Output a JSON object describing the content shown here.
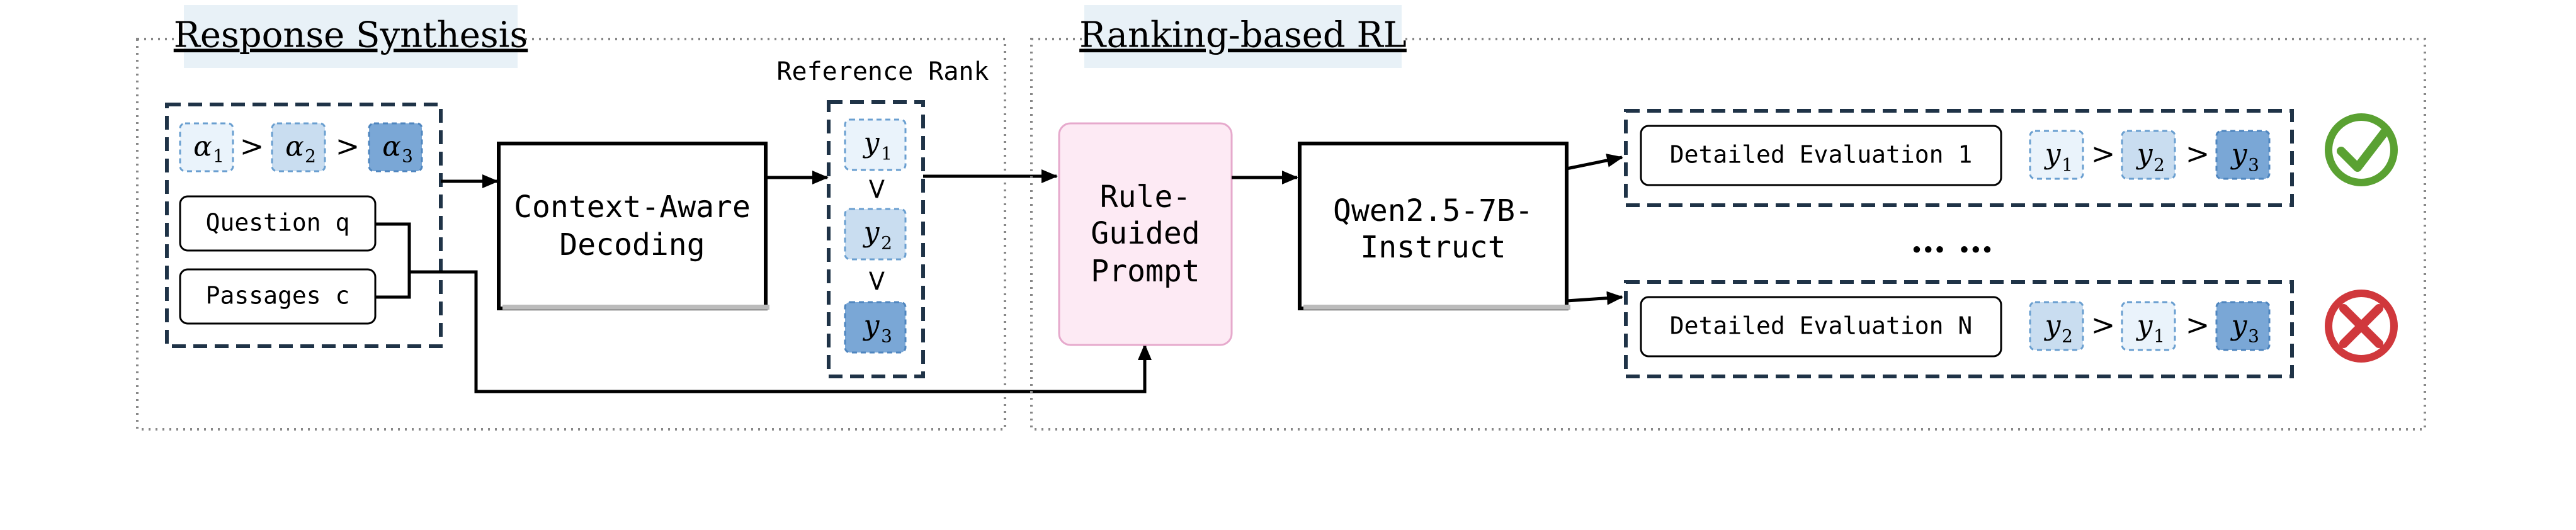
{
  "colors": {
    "section_label_bg": "#e8f1f7",
    "token_light": "#eaf3fb",
    "token_mid": "#c9ddf0",
    "token_dark": "#7aa7d6",
    "prompt_fill": "#fdeaf4",
    "prompt_stroke": "#e6a9cc",
    "dashed_box": "#1f3347",
    "check_green": "#5aa132",
    "cross_red": "#d0383c"
  },
  "response_synthesis": {
    "title": "Response Synthesis",
    "alpha_ranking": {
      "a1": "α",
      "a1_sub": "1",
      "a2": "α",
      "a2_sub": "2",
      "a3": "α",
      "a3_sub": "3",
      "sep": ">"
    },
    "question_label": "Question q",
    "passages_label": "Passages c",
    "decoder_line1": "Context-Aware",
    "decoder_line2": "Decoding",
    "reference_rank_title": "Reference Rank",
    "reference_rank": {
      "y1": "y",
      "y1_sub": "1",
      "y2": "y",
      "y2_sub": "2",
      "y3": "y",
      "y3_sub": "3",
      "sep": ">"
    }
  },
  "ranking_rl": {
    "title": "Ranking-based RL",
    "prompt_line1": "Rule-",
    "prompt_line2": "Guided",
    "prompt_line3": "Prompt",
    "model_line1": "Qwen2.5-7B-",
    "model_line2": "Instruct",
    "eval_1": {
      "label": "Detailed Evaluation 1",
      "r1": "y",
      "r1_sub": "1",
      "r2": "y",
      "r2_sub": "2",
      "r3": "y",
      "r3_sub": "3",
      "sep": ">"
    },
    "ellipsis": "… …",
    "eval_n": {
      "label": "Detailed Evaluation N",
      "r1": "y",
      "r1_sub": "2",
      "r2": "y",
      "r2_sub": "1",
      "r3": "y",
      "r3_sub": "3",
      "sep": ">"
    },
    "check_icon": "check-mark-icon",
    "cross_icon": "cross-mark-icon"
  }
}
